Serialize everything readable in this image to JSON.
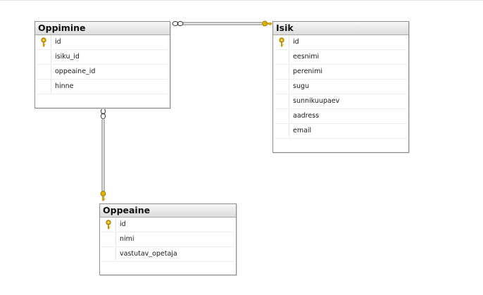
{
  "diagram": {
    "tables": [
      {
        "id": "oppimine",
        "title": "Oppimine",
        "columns": [
          {
            "name": "id",
            "primary_key": true
          },
          {
            "name": "isiku_id",
            "primary_key": false
          },
          {
            "name": "oppeaine_id",
            "primary_key": false
          },
          {
            "name": "hinne",
            "primary_key": false
          }
        ]
      },
      {
        "id": "isik",
        "title": "Isik",
        "columns": [
          {
            "name": "id",
            "primary_key": true
          },
          {
            "name": "eesnimi",
            "primary_key": false
          },
          {
            "name": "perenimi",
            "primary_key": false
          },
          {
            "name": "sugu",
            "primary_key": false
          },
          {
            "name": "sunnikuupaev",
            "primary_key": false
          },
          {
            "name": "aadress",
            "primary_key": false
          },
          {
            "name": "email",
            "primary_key": false
          }
        ]
      },
      {
        "id": "oppeaine",
        "title": "Oppeaine",
        "columns": [
          {
            "name": "id",
            "primary_key": true
          },
          {
            "name": "nimi",
            "primary_key": false
          },
          {
            "name": "vastutav_opetaja",
            "primary_key": false
          }
        ]
      }
    ],
    "relationships": [
      {
        "from": "oppimine",
        "to": "isik",
        "from_end": "many",
        "to_end": "one"
      },
      {
        "from": "oppimine",
        "to": "oppeaine",
        "from_end": "many",
        "to_end": "one"
      }
    ],
    "colors": {
      "key_icon": "#e2b000",
      "connector": "#6b6b6b",
      "title_bar": "#dcdcdc",
      "border": "#8f8f8f"
    },
    "icons": {
      "primary_key": "key-icon",
      "many_end": "infinity-icon",
      "one_end": "key-icon"
    }
  }
}
